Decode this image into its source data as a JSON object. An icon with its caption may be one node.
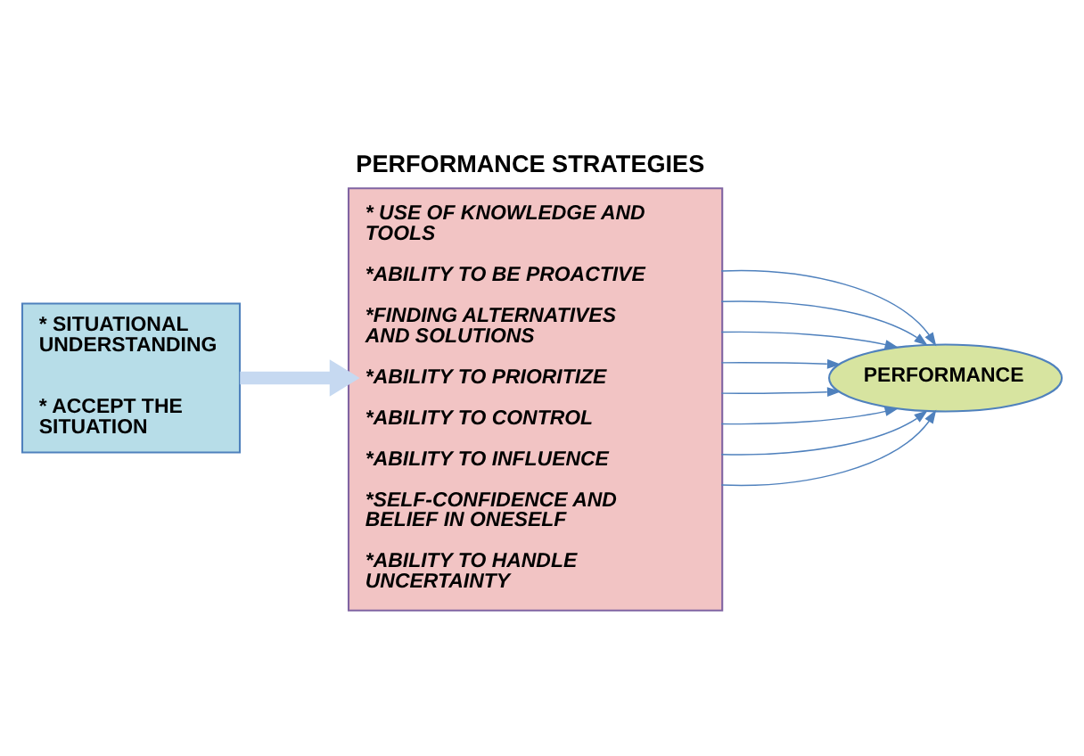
{
  "diagram": {
    "nodes": [
      {
        "text": [
          "* SITUATIONAL UNDERSTANDING",
          "* ACCEPT THE SITUATION"
        ]
      },
      {
        "text": [
          "PERFORMANCE STRATEGIES",
          "* USE OF KNOWLEDGE AND TOOLS",
          "*ABILITY TO BE PROACTIVE",
          "*FINDING ALTERNATIVES AND SOLUTIONS",
          "*ABILITY TO PRIORITIZE",
          "*ABILITY TO CONTROL",
          "*ABILITY TO INFLUENCE",
          "*SELF-CONFIDENCE AND BELIEF IN ONESELF",
          "*ABILITY TO HANDLE UNCERTAINTY"
        ]
      },
      {
        "text": [
          "PERFORMANCE"
        ]
      }
    ],
    "edges": [
      {
        "from": 0,
        "to": 1,
        "arrow": "to",
        "style": "thick",
        "color": "#c6d9f1"
      },
      {
        "from": 1,
        "to": 2,
        "arrow": "to"
      },
      {
        "from": 1,
        "to": 2,
        "arrow": "to"
      },
      {
        "from": 1,
        "to": 2,
        "arrow": "to"
      },
      {
        "from": 1,
        "to": 2,
        "arrow": "to"
      },
      {
        "from": 1,
        "to": 2,
        "arrow": "to"
      },
      {
        "from": 1,
        "to": 2,
        "arrow": "to"
      },
      {
        "from": 1,
        "to": 2,
        "arrow": "to"
      },
      {
        "from": 1,
        "to": 2,
        "arrow": "to"
      }
    ]
  }
}
